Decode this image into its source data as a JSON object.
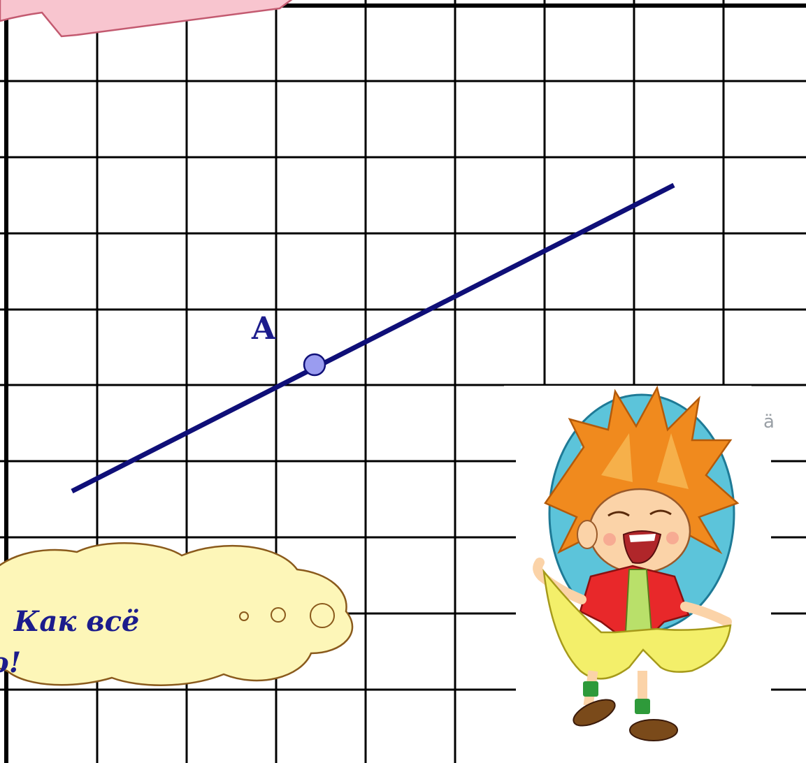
{
  "point_label": "A",
  "cloud": {
    "line1": "Как всё",
    "line2": "о!"
  },
  "colors": {
    "grid": "#000000",
    "line": "#0f0f78",
    "point_fill": "#9a9cf0",
    "text": "#1c1c8c",
    "cloud_fill": "#fdf6b8",
    "cloud_stroke": "#8a5a1c",
    "speech_bubble_fill": "#f8c5cf",
    "speech_bubble_stroke": "#c35a70"
  },
  "icons": {
    "character": "cartoon-boy-icon"
  }
}
